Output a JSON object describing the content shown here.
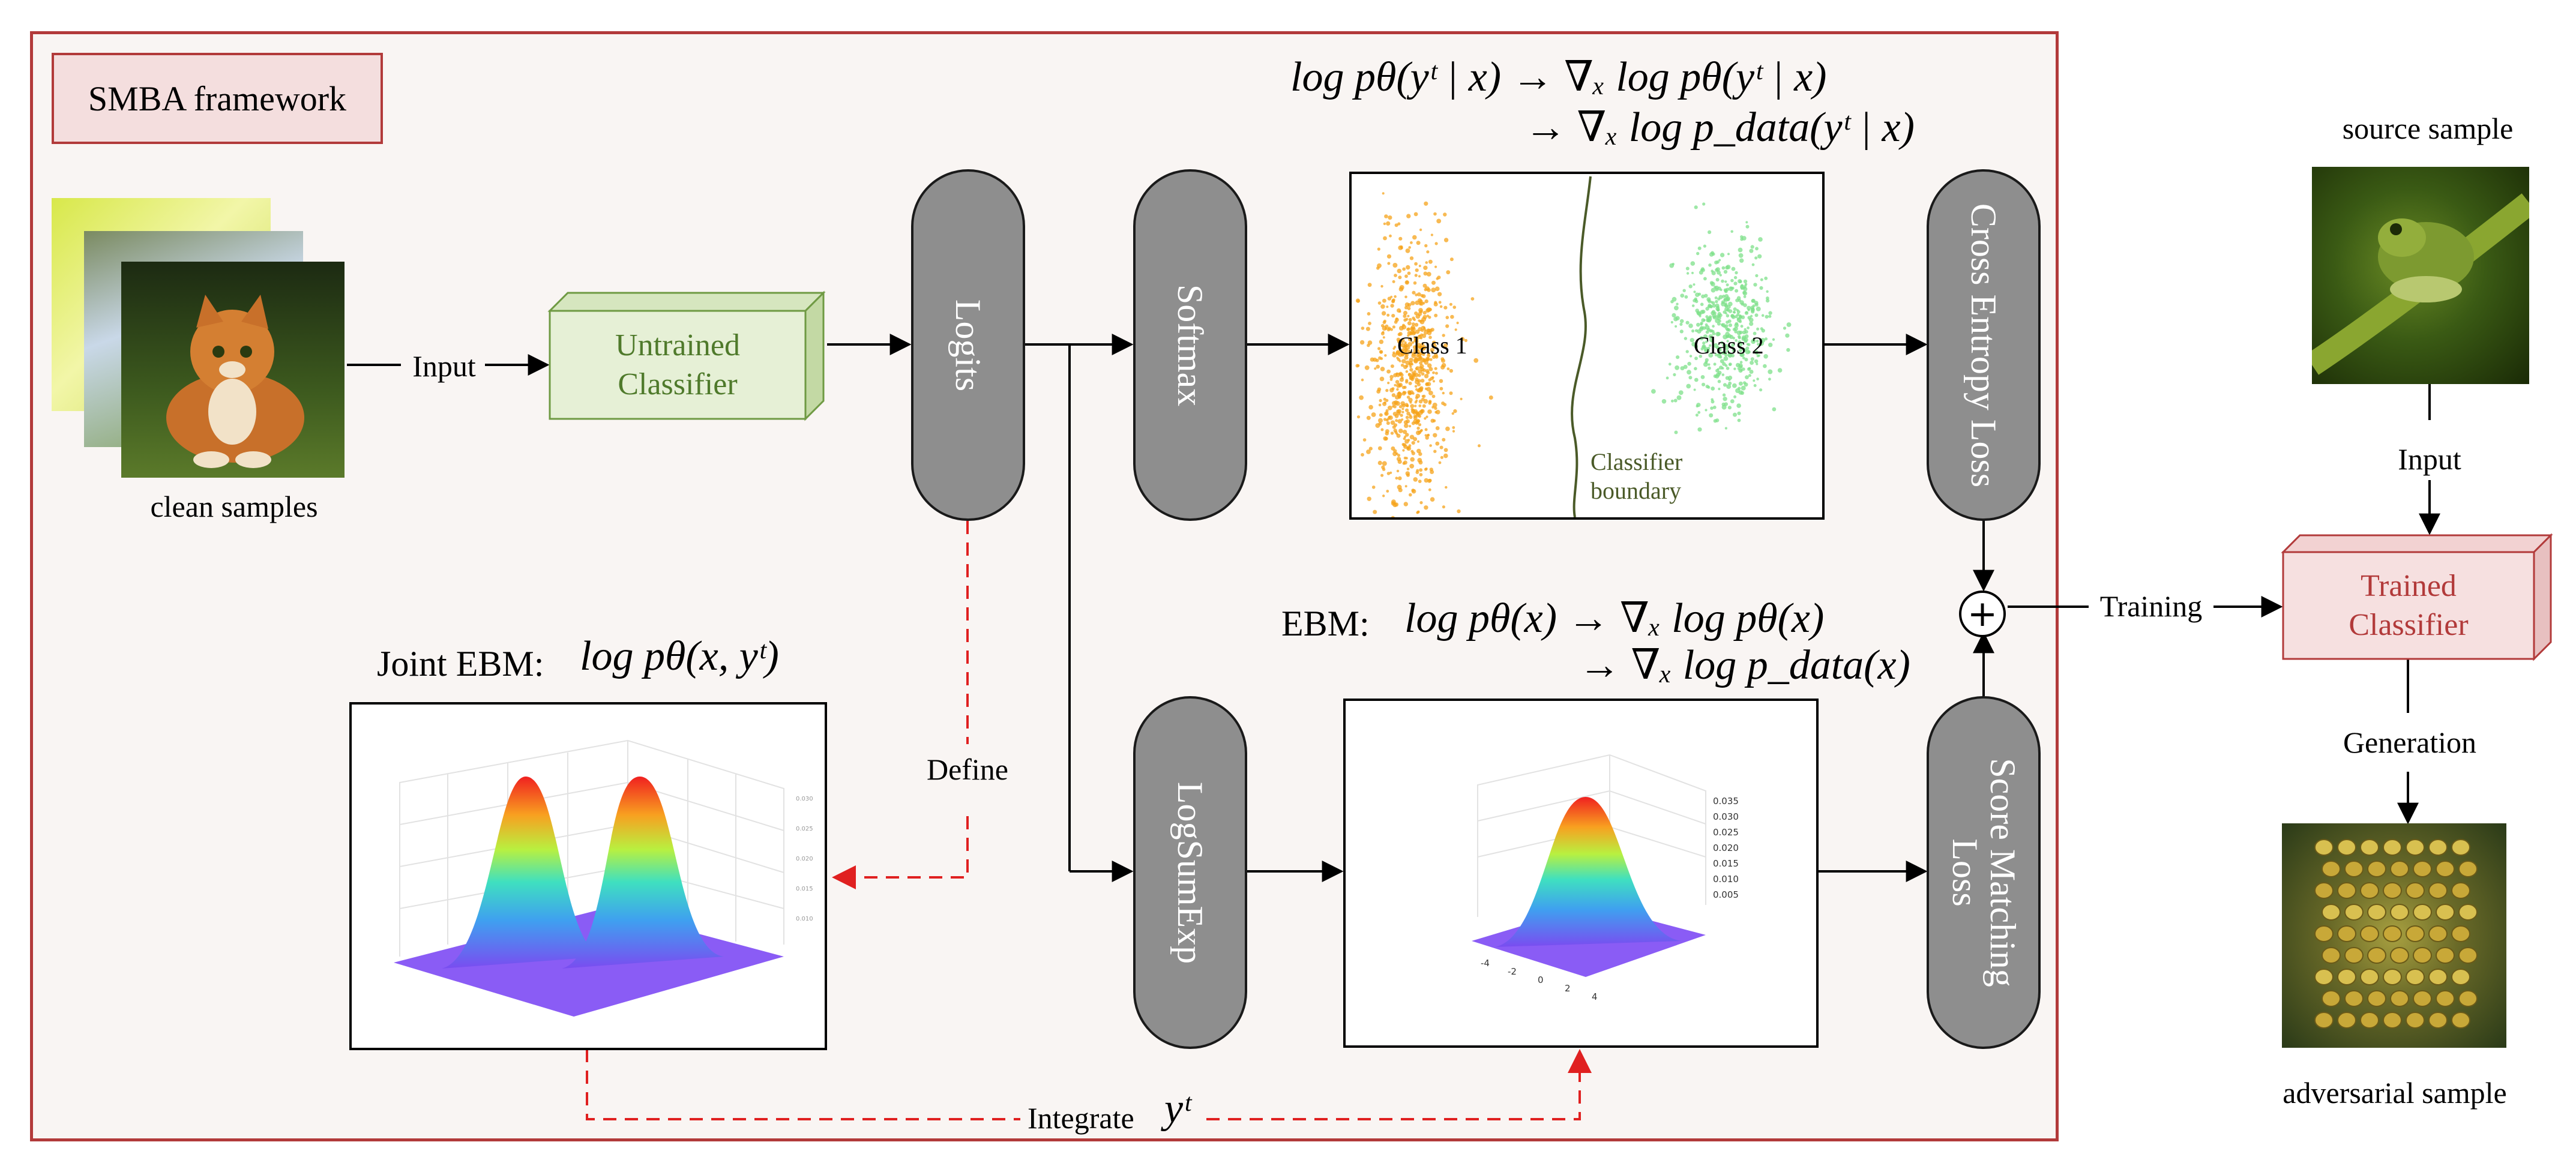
{
  "framework_title": "SMBA framework",
  "left": {
    "clean_samples_label": "clean samples",
    "input_label": "Input",
    "untrained_classifier": [
      "Untrained",
      "Classifier"
    ]
  },
  "pills": {
    "logits": "Logits",
    "softmax": "Softmax",
    "logsumexp": "LogSumExp",
    "cross_entropy": "Cross Entropy Loss",
    "score_matching": [
      "Score Matching",
      "Loss"
    ]
  },
  "scatter": {
    "class1": "Class 1",
    "class2": "Class 2",
    "boundary": [
      "Classifier",
      "boundary"
    ],
    "class1_color": "#f5a31a",
    "class2_color": "#7ee08a",
    "boundary_color": "#4a5a28"
  },
  "equations": {
    "top_line1": "log pθ(yᵗ | x) → ∇ₓ log pθ(yᵗ | x)",
    "top_line2": "→ ∇ₓ log p_data(yᵗ | x)",
    "ebm_label": "EBM:",
    "ebm_line1": "log pθ(x) → ∇ₓ log pθ(x)",
    "ebm_line2": "→ ∇ₓ log p_data(x)",
    "joint_label": "Joint EBM:",
    "joint_expr": "log pθ(x, yᵗ)"
  },
  "connectors": {
    "define": "Define",
    "integrate": "Integrate",
    "integrate_var": "yᵗ",
    "plus": "+",
    "training": "Training",
    "generation": "Generation",
    "input_right": "Input"
  },
  "right": {
    "source_sample": "source sample",
    "trained_classifier": [
      "Trained",
      "Classifier"
    ],
    "adversarial_sample": "adversarial sample"
  },
  "surface_ticks": [
    "0.035",
    "0.030",
    "0.025",
    "0.020",
    "0.015",
    "0.010",
    "0.005"
  ],
  "surface_x_ticks": [
    "-4",
    "-2",
    "0",
    "2",
    "4"
  ],
  "colors": {
    "frame": "#b23a3a",
    "frame_fill": "#f9f5f3",
    "untrained_fill": "#e6f0d6",
    "untrained_border": "#6f9a43",
    "untrained_text": "#4f7a2b",
    "trained_fill": "#f6e0e0",
    "trained_border": "#b23a3a",
    "trained_text": "#b23a3a",
    "dashed": "#e02020",
    "pill": "#8e8e8e"
  }
}
